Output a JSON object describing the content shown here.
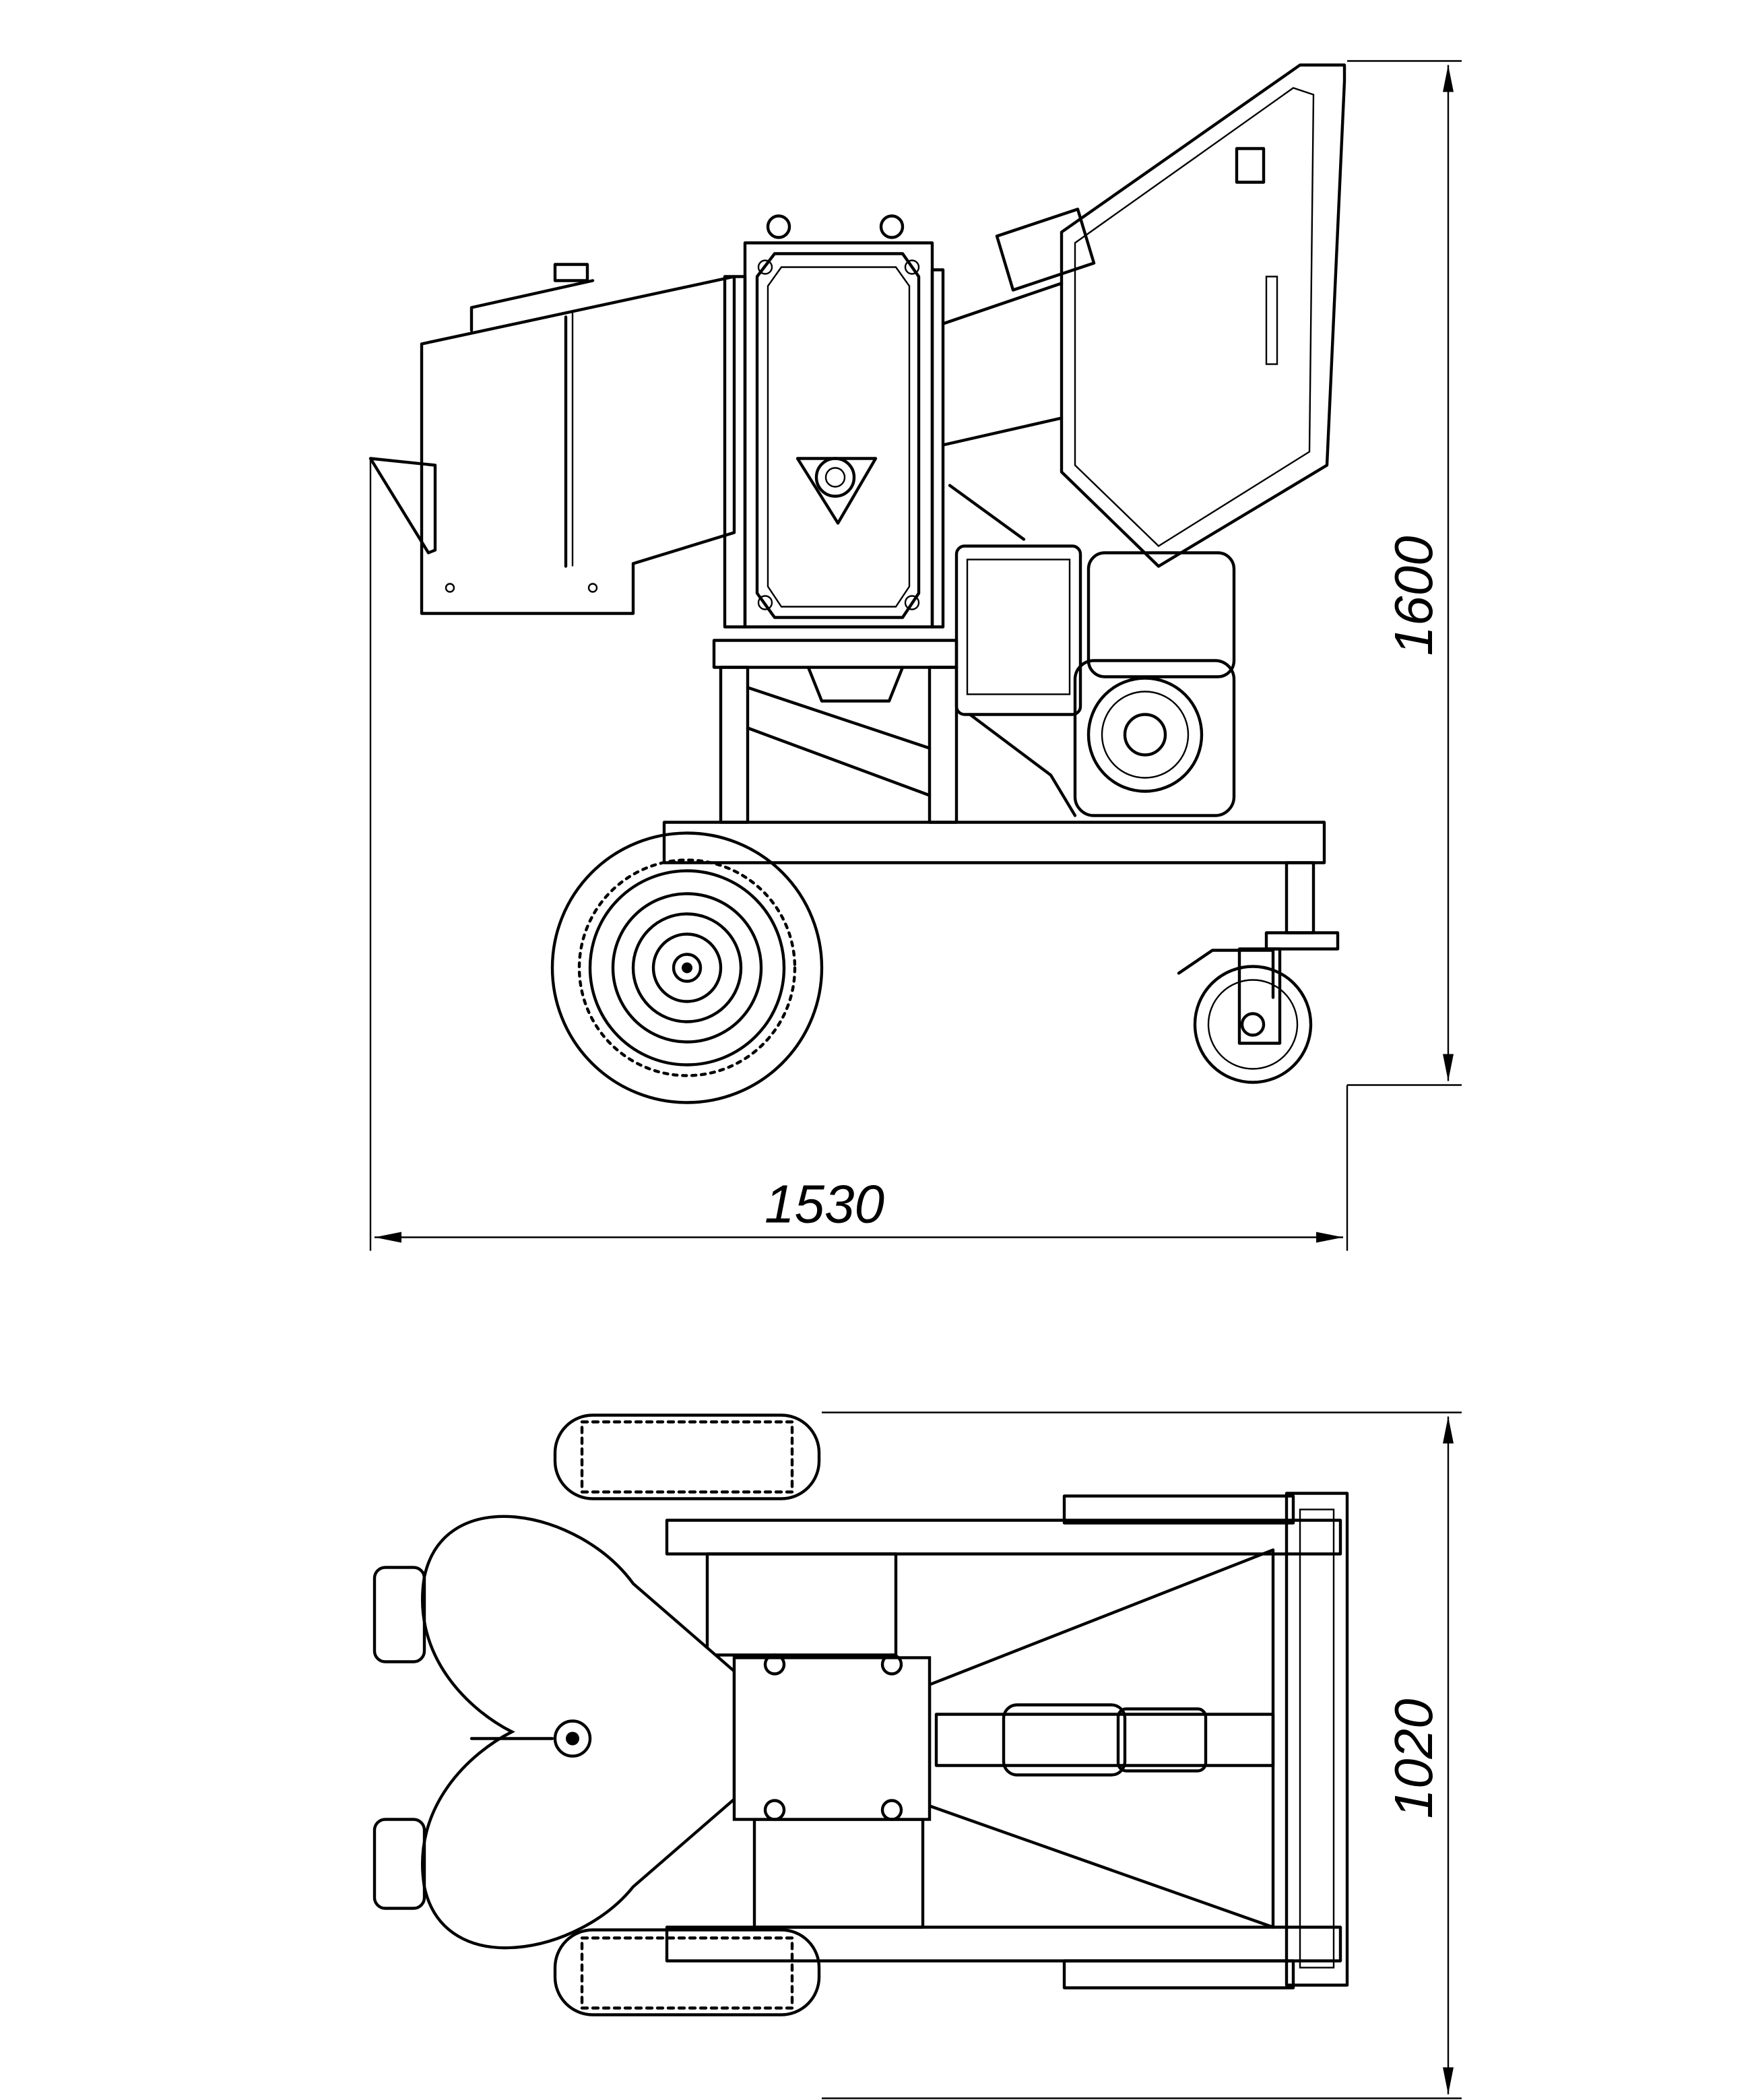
{
  "drawing": {
    "side_view": {
      "width_dimension": "1530",
      "height_dimension": "1600"
    },
    "top_view": {
      "width_dimension": "1020"
    },
    "line_color": "#000000",
    "background_color": "#ffffff"
  }
}
